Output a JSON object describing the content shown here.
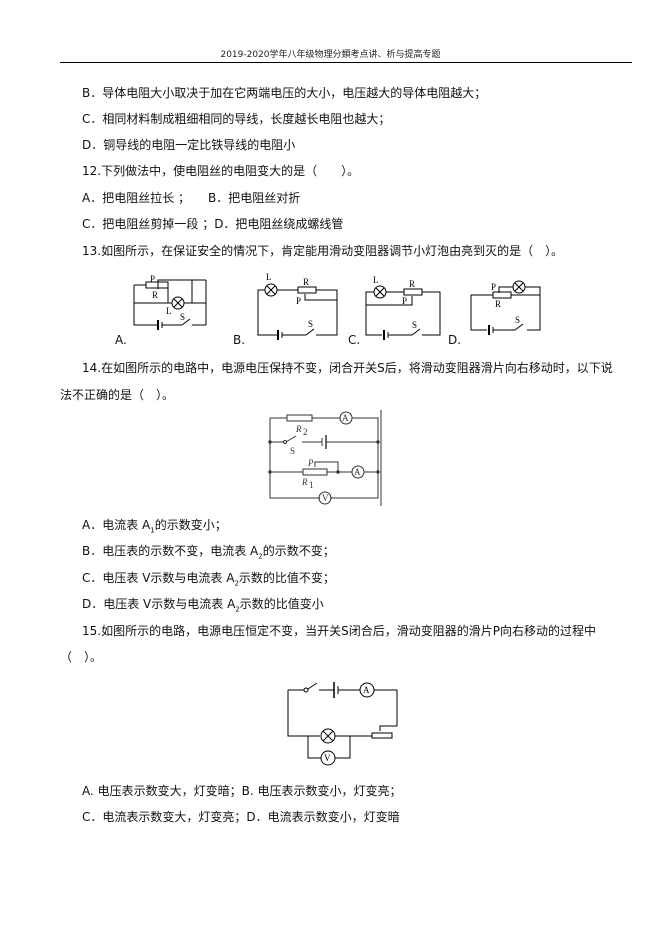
{
  "header": "2019-2020学年八年级物理分類考点讲、析与提高专题",
  "q11_options": [
    "B．导体电阻大小取决于加在它两端电压的大小，电压越大的导体电阻越大；",
    "C．相同材料制成粗细相同的导线，长度越长电阻也越大；",
    "D．铜导线的电阻一定比铁导线的电阻小"
  ],
  "q12": {
    "stem": "12.下列做法中，使电阻丝的电阻变大的是（　　）。",
    "row1": "A．把电阻丝拉长 ；　　B．把电阻丝对折",
    "row2": "C．把电阻丝剪掉一段 ；D．把电阻丝绕成螺线管"
  },
  "q13": {
    "stem": "13.如图所示，在保证安全的情况下，肯定能用滑动变阻器调节小灯泡由亮到灭的是（　）。",
    "labels": [
      "A.",
      "B.",
      "C.",
      "D."
    ],
    "L": "L",
    "R": "R",
    "P": "P",
    "S": "S"
  },
  "q14": {
    "stem1": "14.在如图所示的电路中，电源电压保持不变，闭合开关S后，将滑动变阻器滑片向右移动时，以下说",
    "stem2": "法不正确的是（　）。",
    "fig": {
      "R2": "R",
      "R1": "R",
      "s2": "2",
      "s1": "1",
      "S": "S",
      "P": "P",
      "A2": "A",
      "A1": "A",
      "V": "V"
    },
    "A_pre": "A．电流表 A",
    "A_sub": "1",
    "A_post": "的示数变小；",
    "B_pre": "B．电压表的示数不变，电流表 A",
    "B_sub": "2",
    "B_post": "的示数不变；",
    "C_pre": "C．电压表 V示数与电流表 A",
    "C_sub": "2",
    "C_post": "示数的比值不变；",
    "D_pre": "D．电压表 V示数与电流表 A",
    "D_sub": "2",
    "D_post": "示数的比值变小"
  },
  "q15": {
    "stem1": "15.如图所示的电路，电源电压恒定不变，当开关S闭合后，滑动变阻器的滑片P向右移动的过程中",
    "stem2": "（　）。",
    "fig": {
      "A": "A",
      "V": "V"
    },
    "row1": "A. 电压表示数变大，灯变暗；B. 电压表示数变小，灯变亮；",
    "row2": "C．电流表示数变大，灯变亮；D．电流表示数变小，灯变暗"
  }
}
